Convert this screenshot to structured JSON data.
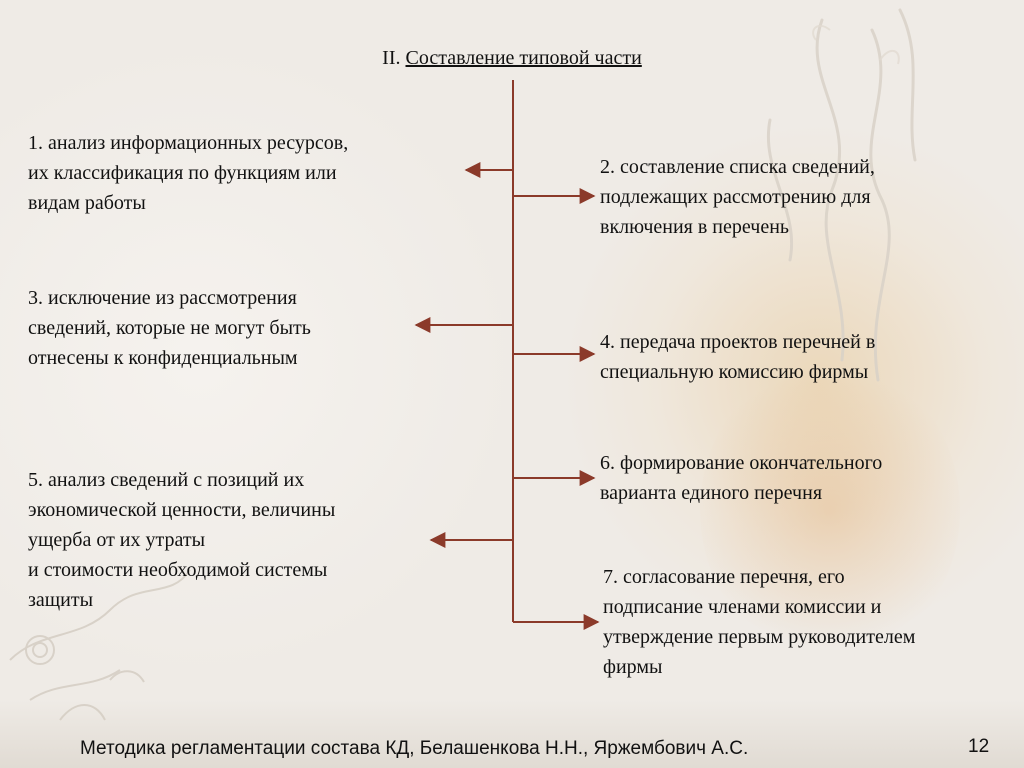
{
  "slide": {
    "title_prefix": "II.",
    "title": "Составление типовой части",
    "left_items": [
      {
        "lines": [
          "1. анализ информационных ресурсов,",
          "их классификация по функциям или",
          "видам работы"
        ]
      },
      {
        "lines": [
          "3. исключение из рассмотрения",
          "сведений, которые не могут быть",
          "отнесены к конфиденциальным"
        ]
      },
      {
        "lines": [
          "5. анализ сведений с позиций их",
          "экономической ценности, величины",
          "ущерба от их утраты",
          "и стоимости необходимой системы",
          "защиты"
        ]
      }
    ],
    "right_items": [
      {
        "lines": [
          "2. составление списка сведений,",
          "подлежащих рассмотрению для",
          "включения в перечень"
        ]
      },
      {
        "lines": [
          "4. передача проектов перечней в",
          "специальную комиссию фирмы"
        ]
      },
      {
        "lines": [
          "6. формирование окончательного",
          "варианта единого перечня"
        ]
      },
      {
        "lines": [
          "7. согласование перечня, его",
          "подписание членами комиссии и",
          "утверждение первым руководителем",
          "фирмы"
        ]
      }
    ],
    "footer": "Методика регламентации состава КД, Белашенкова Н.Н., Яржембович А.С.",
    "page_number": "12"
  },
  "colors": {
    "connector": "#8b3a2a",
    "background": "#efebe6",
    "text": "#111111"
  },
  "icons": [
    "floral-ornament-icon",
    "calligraphy-swirl-icon"
  ]
}
